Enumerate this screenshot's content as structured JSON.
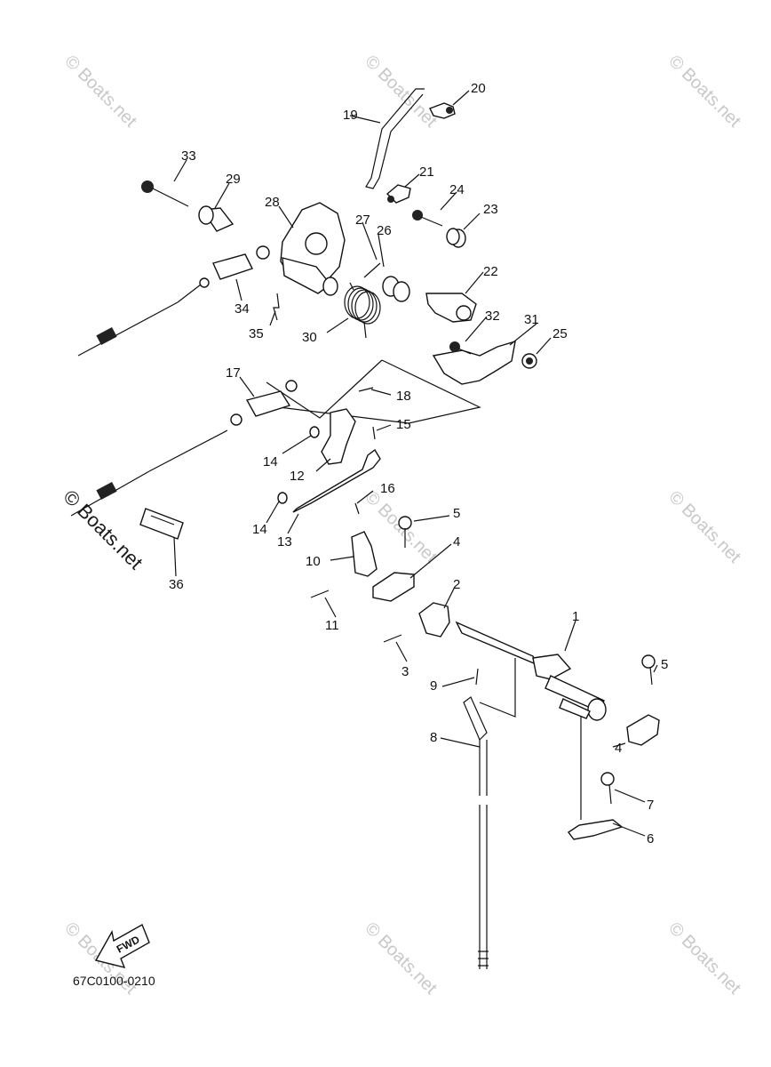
{
  "diagram": {
    "part_code": "67C0100-0210",
    "fwd_label": "FWD",
    "watermark": "© Boats.net",
    "callouts": {
      "c1": "1",
      "c2": "2",
      "c3": "3",
      "c4a": "4",
      "c4b": "4",
      "c5a": "5",
      "c5b": "5",
      "c6": "6",
      "c7": "7",
      "c8": "8",
      "c9": "9",
      "c10": "10",
      "c11": "11",
      "c12": "12",
      "c13": "13",
      "c14a": "14",
      "c14b": "14",
      "c15": "15",
      "c16": "16",
      "c17": "17",
      "c18": "18",
      "c19": "19",
      "c20": "20",
      "c21": "21",
      "c22": "22",
      "c23": "23",
      "c24": "24",
      "c25": "25",
      "c26": "26",
      "c27": "27",
      "c28": "28",
      "c29": "29",
      "c30": "30",
      "c31": "31",
      "c32": "32",
      "c33": "33",
      "c34": "34",
      "c35": "35",
      "c36": "36"
    }
  }
}
